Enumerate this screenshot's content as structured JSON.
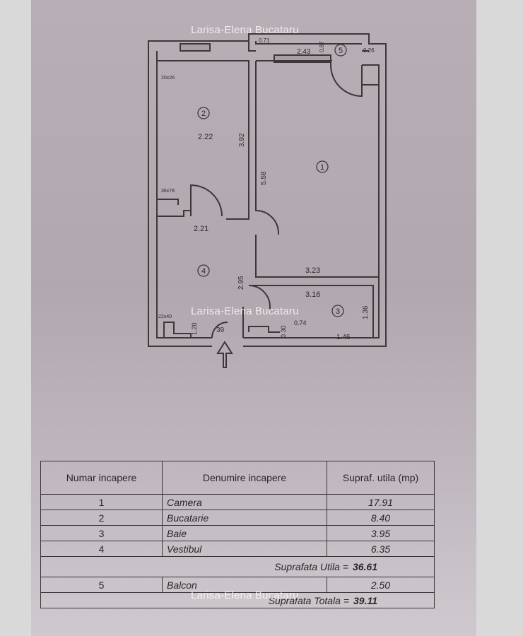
{
  "watermark": "Larisa-Elena Bucataru",
  "plan": {
    "rooms": [
      {
        "number": "1"
      },
      {
        "number": "2"
      },
      {
        "number": "3"
      },
      {
        "number": "4"
      },
      {
        "number": "5"
      }
    ],
    "dimensions": {
      "kitchen_width": "2.22",
      "kitchen_height": "3.92",
      "room1_height": "5.58",
      "room1_width": "3.23",
      "hall_width": "2.21",
      "hall_height": "2.95",
      "bath_width": "3.16",
      "bath_height": "1.36",
      "bath_small1": "0.74",
      "bath_small2": "0.30",
      "bath_bottom": "1.46",
      "door_width": "39",
      "hall_left": "1.20",
      "balcony_width": "2.43",
      "balcony_depth": "0.87",
      "balcony_small1": "0.71",
      "balcony_small2": "0.26",
      "corner_a": "22x40",
      "corner_b": "36x78",
      "corner_c": "20x26"
    }
  },
  "table": {
    "headers": [
      "Numar incapere",
      "Denumire incapere",
      "Supraf. utila (mp)"
    ],
    "rows": [
      {
        "number": "1",
        "name": "Camera",
        "area": "17.91"
      },
      {
        "number": "2",
        "name": "Bucatarie",
        "area": "8.40"
      },
      {
        "number": "3",
        "name": "Baie",
        "area": "3.95"
      },
      {
        "number": "4",
        "name": "Vestibul",
        "area": "6.35"
      }
    ],
    "useful_label": "Suprafata Utila =",
    "useful_value": "36.61",
    "balcony_row": {
      "number": "5",
      "name": "Balcon",
      "area": "2.50"
    },
    "total_label": "Suprafata Totala =",
    "total_value": "39.11"
  }
}
